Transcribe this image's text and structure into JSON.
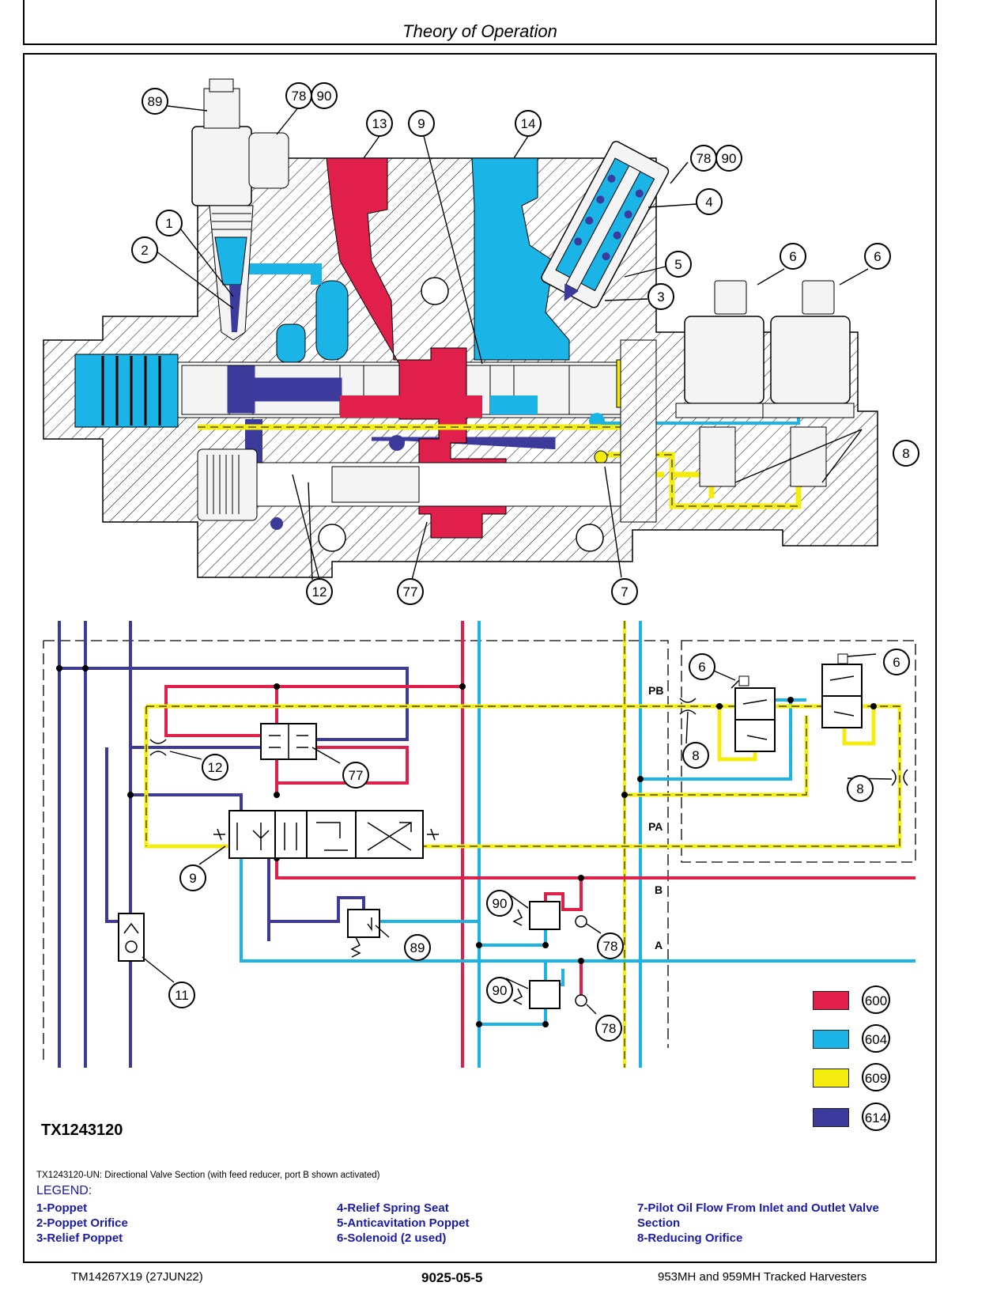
{
  "header": {
    "title": "Theory of Operation"
  },
  "figure": {
    "id": "TX1243120",
    "caption": "TX1243120-UN: Directional Valve Section (with feed reducer, port B shown activated)"
  },
  "callouts": {
    "c1": "1",
    "c2": "2",
    "c3": "3",
    "c4": "4",
    "c5": "5",
    "c6": "6",
    "c7": "7",
    "c8": "8",
    "c9": "9",
    "c11": "11",
    "c12": "12",
    "c13": "13",
    "c14": "14",
    "c77": "77",
    "c78": "78",
    "c89": "89",
    "c90": "90"
  },
  "ports": {
    "pb": "PB",
    "pa": "PA",
    "b": "B",
    "a": "A"
  },
  "legend": {
    "title": "LEGEND:",
    "col1": [
      "1-Poppet",
      "2-Poppet Orifice",
      "3-Relief Poppet"
    ],
    "col2": [
      "4-Relief Spring Seat",
      "5-Anticavitation Poppet",
      "6-Solenoid (2 used)"
    ],
    "col3": [
      "7-Pilot Oil Flow From Inlet and Outlet Valve",
      "Section",
      "8-Reducing Orifice"
    ]
  },
  "color_key": [
    {
      "code": "600",
      "color": "#e0204a"
    },
    {
      "code": "604",
      "color": "#1ab4e6"
    },
    {
      "code": "609",
      "color": "#f5ec0f"
    },
    {
      "code": "614",
      "color": "#3c3a9a"
    }
  ],
  "colors": {
    "red": "#e0204a",
    "cyan": "#1ab4e6",
    "yellow": "#f5ec0f",
    "navy": "#3c3a9a"
  },
  "footer": {
    "left": "TM14267X19 (27JUN22)",
    "center": "9025-05-5",
    "right": "953MH and 959MH Tracked Harvesters"
  }
}
